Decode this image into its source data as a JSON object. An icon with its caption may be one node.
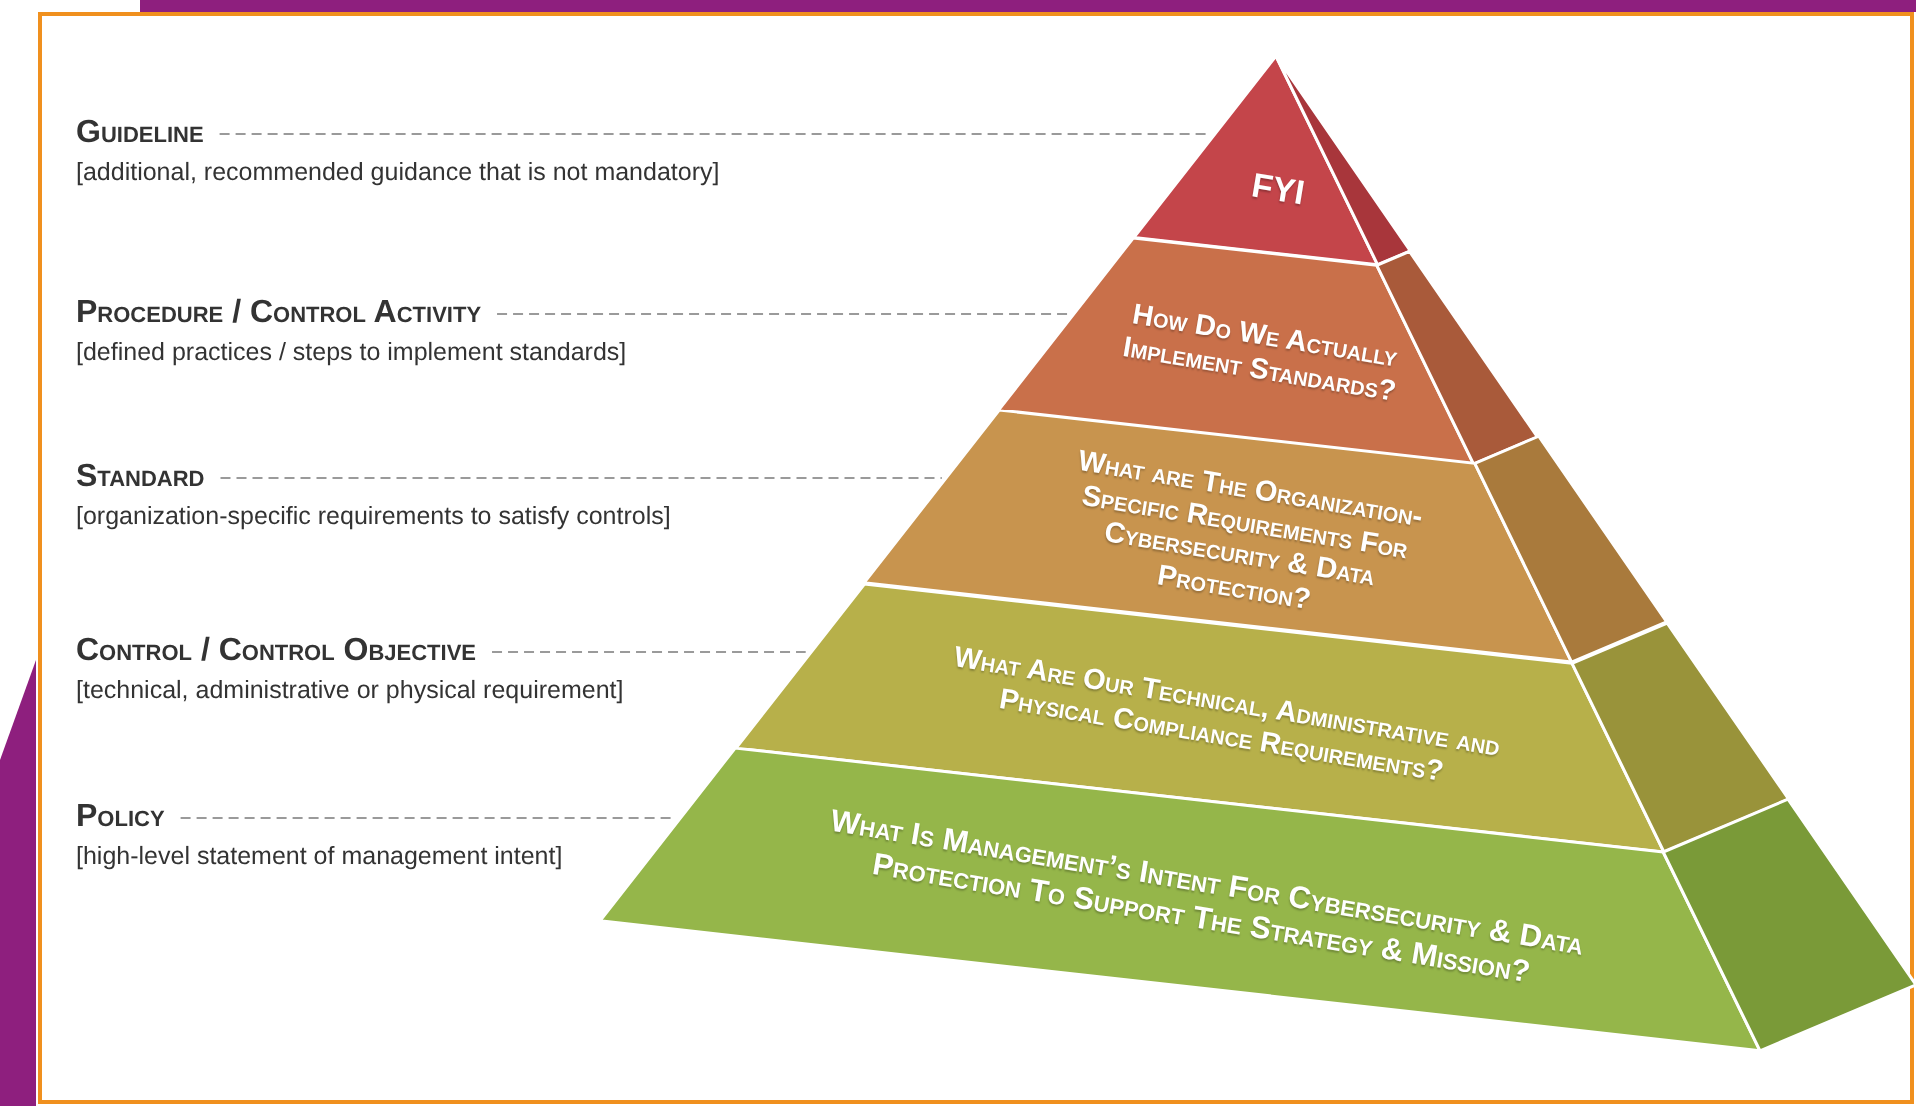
{
  "diagram": {
    "nodes": [
      {
        "text": [
          "Guideline",
          "[additional, recommended guidance that is not mandatory]"
        ]
      },
      {
        "text": [
          "FYI"
        ]
      },
      {
        "text": [
          "Procedure / Control Activity",
          "[defined practices / steps to implement standards]"
        ]
      },
      {
        "text": [
          "How Do We Actually Implement Standards?"
        ]
      },
      {
        "text": [
          "Standard",
          "[organization-specific requirements to satisfy controls]"
        ]
      },
      {
        "text": [
          "What are The Organization-Specific Requirements For Cybersecurity & Data Protection?"
        ]
      },
      {
        "text": [
          "Control / Control Objective",
          "[technical, administrative or physical requirement]"
        ]
      },
      {
        "text": [
          "What Are Our Technical, Administrative and Physical Compliance Requirements?"
        ]
      },
      {
        "text": [
          "Policy",
          "[high-level statement of management intent]"
        ]
      },
      {
        "text": [
          "What Is Management’s Intent For Cybersecurity & Data Protection To Support The Strategy & Mission?"
        ]
      }
    ],
    "edges": [
      {
        "from": 0,
        "to": 1,
        "arrow": "none",
        "style": "dashed"
      },
      {
        "from": 2,
        "to": 3,
        "arrow": "none",
        "style": "dashed"
      },
      {
        "from": 4,
        "to": 5,
        "arrow": "none",
        "style": "dashed"
      },
      {
        "from": 6,
        "to": 7,
        "arrow": "none",
        "style": "dashed"
      },
      {
        "from": 8,
        "to": 9,
        "arrow": "none",
        "style": "dashed"
      }
    ]
  }
}
